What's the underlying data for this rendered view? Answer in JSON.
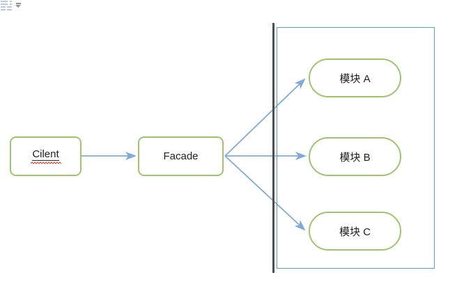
{
  "window": {
    "background": "#ffffff"
  },
  "smart_tag": {
    "icon": "table-icon",
    "caret": "chevron-down"
  },
  "diagram": {
    "nodes": {
      "client": {
        "label": "Cilent",
        "underline": true,
        "spellcheck_squiggle": true
      },
      "facade": {
        "label": "Facade"
      },
      "module_a": {
        "label": "模块 A"
      },
      "module_b": {
        "label": "模块 B"
      },
      "module_c": {
        "label": "模块 C"
      }
    },
    "edges": [
      {
        "from": "Cilent",
        "to": "Facade"
      },
      {
        "from": "Facade",
        "to": "模块 A"
      },
      {
        "from": "Facade",
        "to": "模块 B"
      },
      {
        "from": "Facade",
        "to": "模块 C"
      }
    ],
    "colors": {
      "node_border": "#9ec46d",
      "node_fill": "#ffffff",
      "connector": "#7fa9dc",
      "container_border": "#5b9bd5",
      "container_left_bar": "#4f4f4f",
      "label_text": "#1f1f1f",
      "spellcheck_underline": "#d83a2e"
    }
  }
}
